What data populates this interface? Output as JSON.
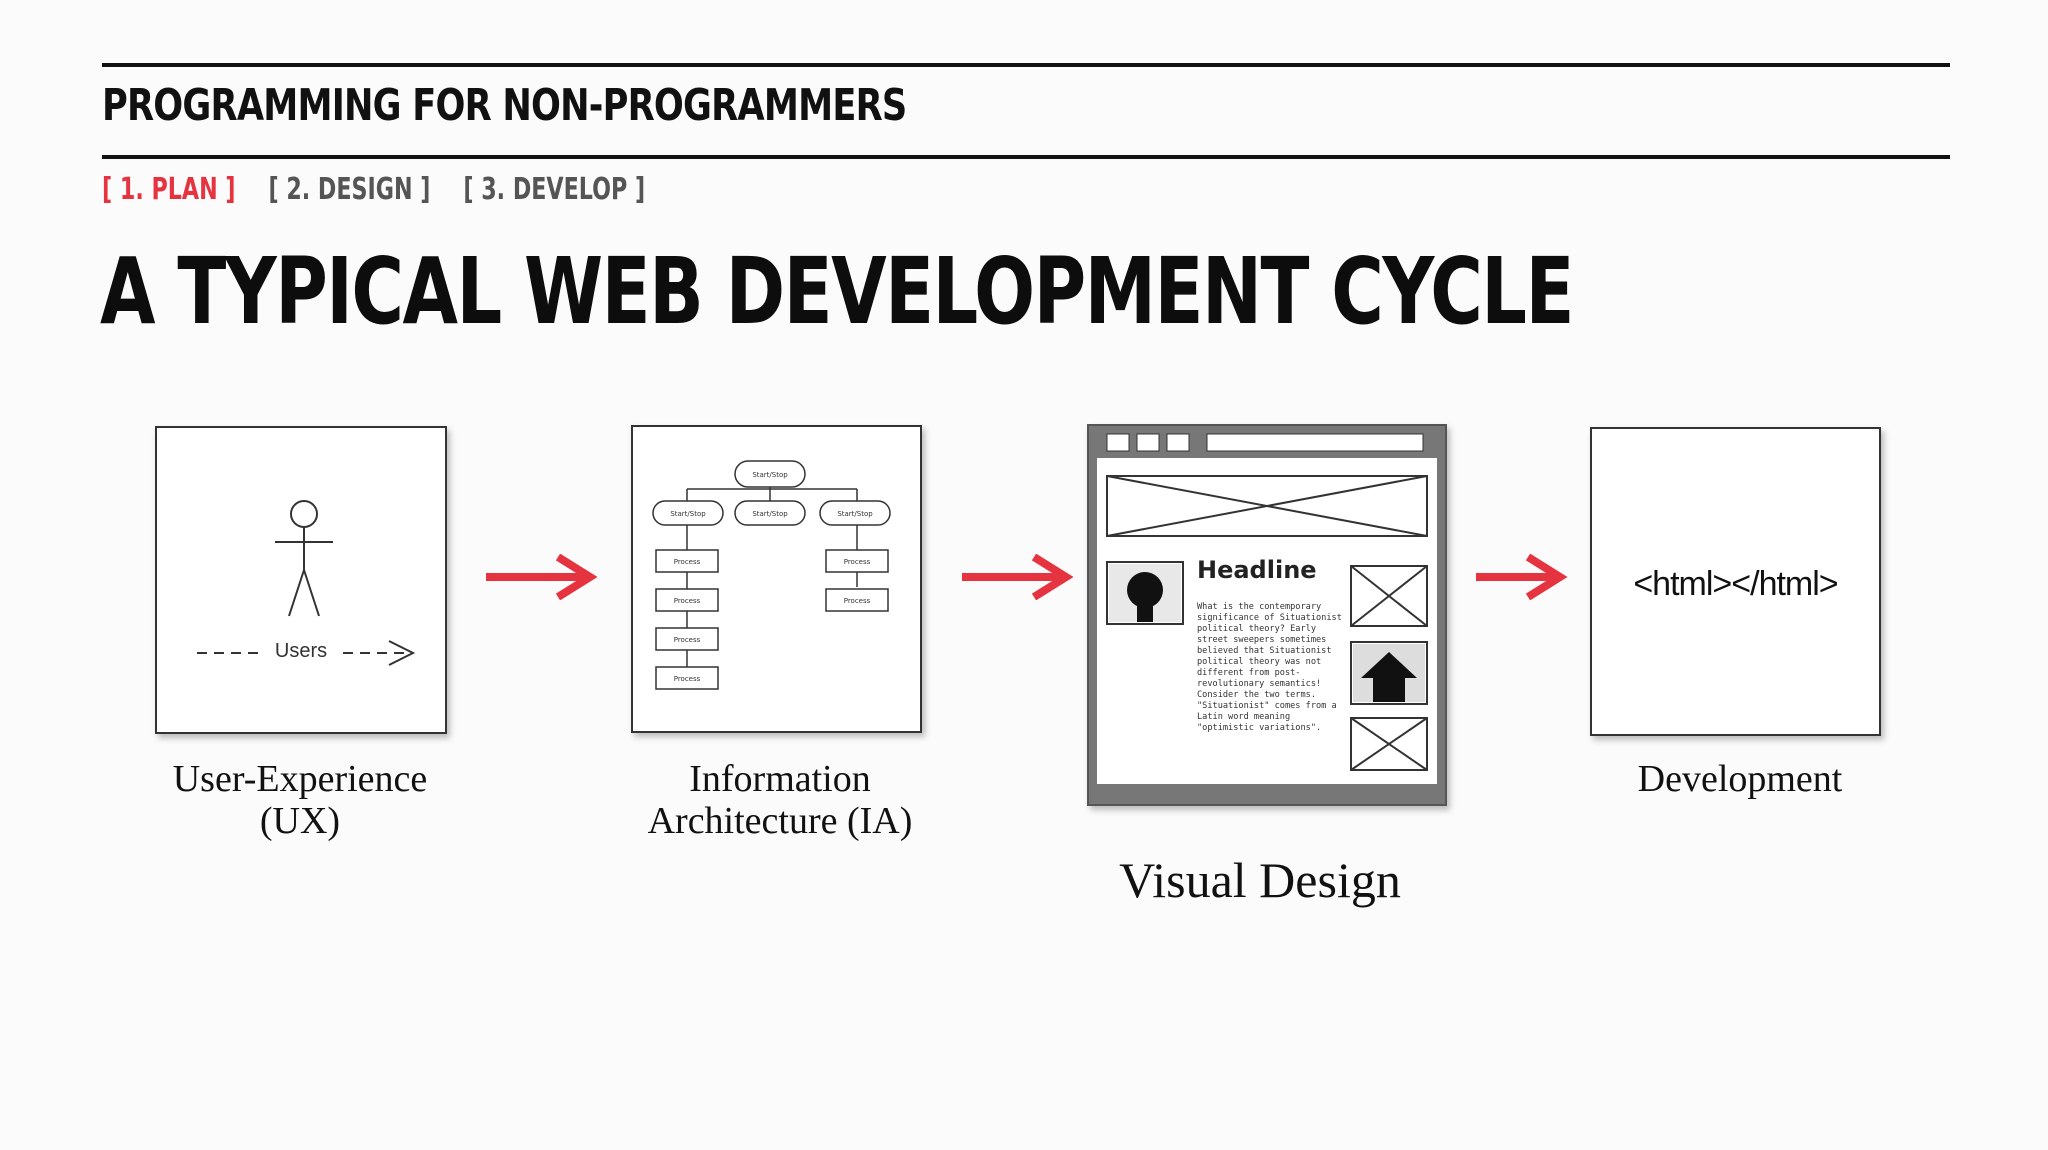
{
  "header": {
    "series_title": "PROGRAMMING FOR NON-PROGRAMMERS",
    "breadcrumb": [
      {
        "label": "[ 1. PLAN ]",
        "active": true
      },
      {
        "label": "[ 2. DESIGN ]",
        "active": false
      },
      {
        "label": "[ 3. DEVELOP ]",
        "active": false
      }
    ],
    "slide_title": "A TYPICAL WEB DEVELOPMENT CYCLE"
  },
  "colors": {
    "accent": "#e5343f",
    "text": "#111111",
    "background": "#fbfbfc"
  },
  "steps": [
    {
      "caption_line1": "User-Experience",
      "caption_line2": "(UX)",
      "illustration": "stick-figure-icon",
      "label": "Users"
    },
    {
      "caption_line1": "Information",
      "caption_line2": "Architecture (IA)",
      "illustration": "flowchart-icon",
      "nodes": [
        "Start/Stop",
        "Start/Stop",
        "Start/Stop",
        "Start/Stop",
        "Process",
        "Process",
        "Process",
        "Process",
        "Process",
        "Process"
      ]
    },
    {
      "caption": "Visual Design",
      "illustration": "page-wireframe-icon",
      "headline": "Headline",
      "body": [
        "What is the contemporary",
        "significance of Situationist",
        "political theory? Early",
        "street sweepers sometimes",
        "believed that Situationist",
        "political theory was not",
        "different from post-",
        "revolutionary semantics!",
        "Consider the two terms.",
        "\"Situationist\" comes from a",
        "Latin word meaning",
        "\"optimistic variations\"."
      ]
    },
    {
      "caption": "Development",
      "illustration": "code-icon",
      "code": "<html></html>"
    }
  ]
}
